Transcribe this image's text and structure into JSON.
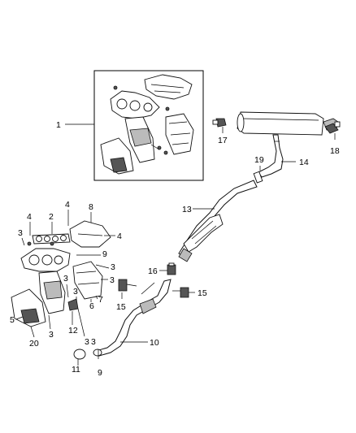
{
  "labels": {
    "l1": "1",
    "l2": "2",
    "l3a": "3",
    "l3b": "3",
    "l3c": "3",
    "l3d": "3",
    "l3e": "3",
    "l3f": "3",
    "l3g": "3",
    "l3h": "3",
    "l4a": "4",
    "l4b": "4",
    "l4c": "4",
    "l5": "5",
    "l6": "6",
    "l7": "7",
    "l8": "8",
    "l9a": "9",
    "l9b": "9",
    "l10": "10",
    "l11": "11",
    "l12": "12",
    "l13": "13",
    "l14": "14",
    "l15a": "15",
    "l15b": "15",
    "l16": "16",
    "l17": "17",
    "l18": "18",
    "l19": "19",
    "l20": "20"
  }
}
